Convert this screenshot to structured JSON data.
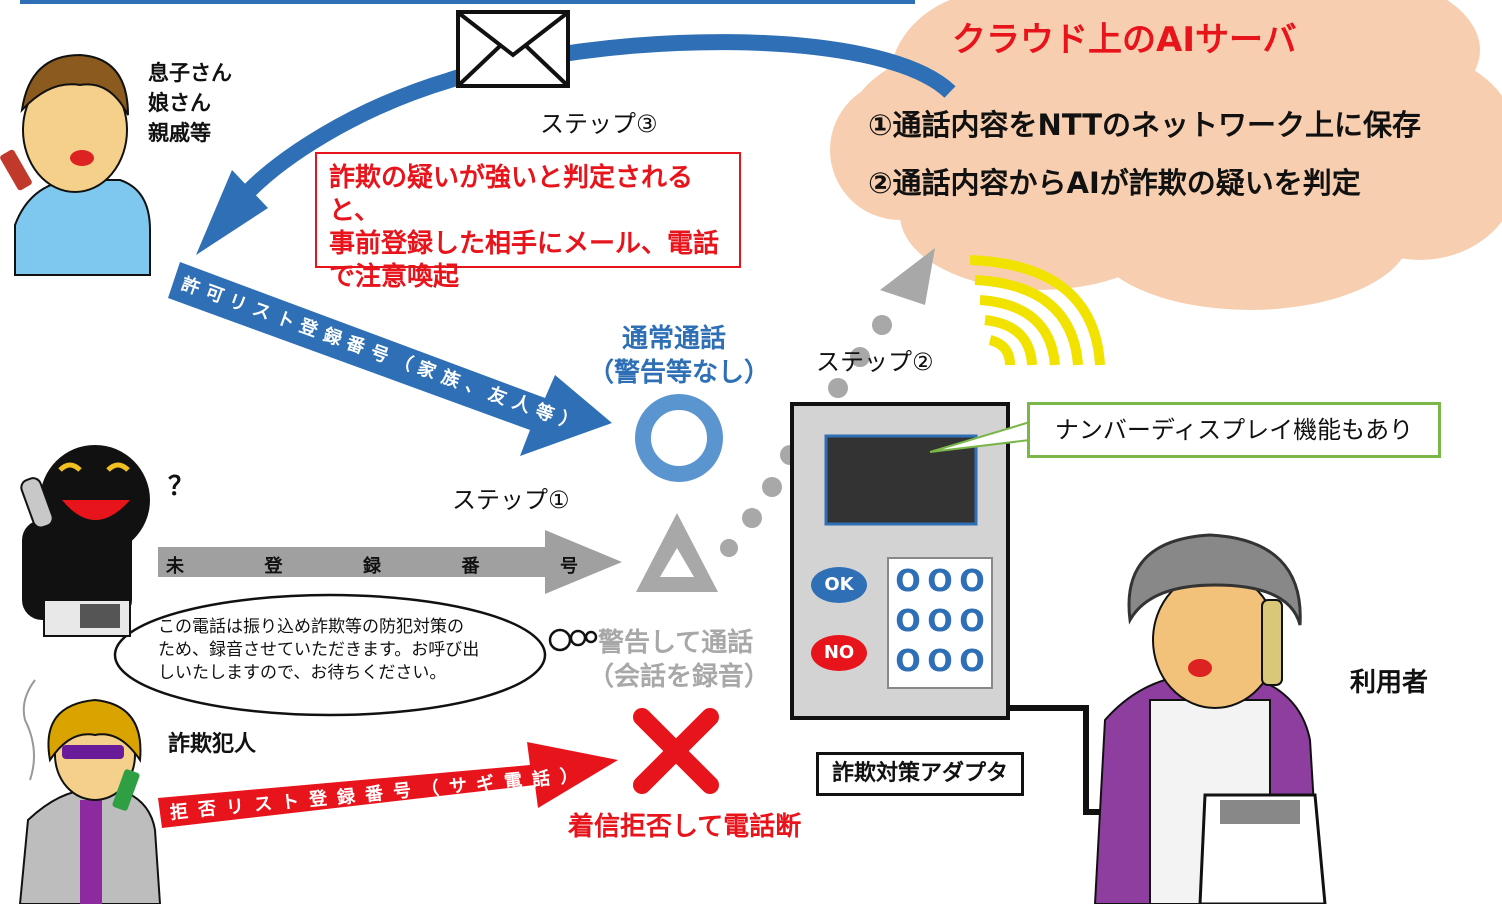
{
  "cloud": {
    "title": "クラウド上のAIサーバ",
    "line1": "①通話内容をNTTのネットワーク上に保存",
    "line2": "②通話内容からAIが詐欺の疑いを判定"
  },
  "steps": {
    "step1": "ステップ①",
    "step2": "ステップ②",
    "step3": "ステップ③"
  },
  "family": {
    "label_line1": "息子さん",
    "label_line2": "娘さん",
    "label_line3": "親戚等"
  },
  "alert_box": {
    "line1": "詐欺の疑いが強いと判定されると、",
    "line2": "事前登録した相手にメール、電話",
    "line3": "で注意喚起"
  },
  "arrows": {
    "allow": [
      "許",
      "可",
      "リ",
      "ス",
      "ト",
      "登",
      "録",
      "番",
      "号",
      "（",
      "家",
      "族",
      "、",
      "友",
      "人",
      "等",
      "）"
    ],
    "unregistered": [
      "未",
      "登",
      "録",
      "番",
      "号"
    ],
    "deny": [
      "拒",
      "否",
      "リ",
      "ス",
      "ト",
      "登",
      "録",
      "番",
      "号",
      "（",
      "サ",
      "ギ",
      "電",
      "話",
      "）"
    ]
  },
  "outcomes": {
    "normal_line1": "通常通話",
    "normal_line2": "（警告等なし）",
    "warn_line1": "警告して通話",
    "warn_line2": "（会話を録音）",
    "reject": "着信拒否して電話断"
  },
  "speech": {
    "line1": "この電話は振り込め詐欺等の防犯対策の",
    "line2": "ため、録音させていただきます。お呼び出",
    "line3": "しいたしますので、お待ちください。"
  },
  "unknown_caller": {
    "mark": "？"
  },
  "fraudster": {
    "label": "詐欺犯人"
  },
  "adapter": {
    "label": "詐欺対策アダプタ",
    "ok": "OK",
    "no": "NO",
    "keys": [
      "O",
      "O",
      "O",
      "O",
      "O",
      "O",
      "O",
      "O",
      "O"
    ]
  },
  "number_display": {
    "label": "ナンバーディスプレイ機能もあり"
  },
  "user": {
    "label": "利用者"
  },
  "colors": {
    "red": "#e8141c",
    "blue": "#2e6fb6",
    "cloud": "#f7cfb0",
    "gray": "#a0a0a0",
    "green_border": "#7ab648"
  }
}
